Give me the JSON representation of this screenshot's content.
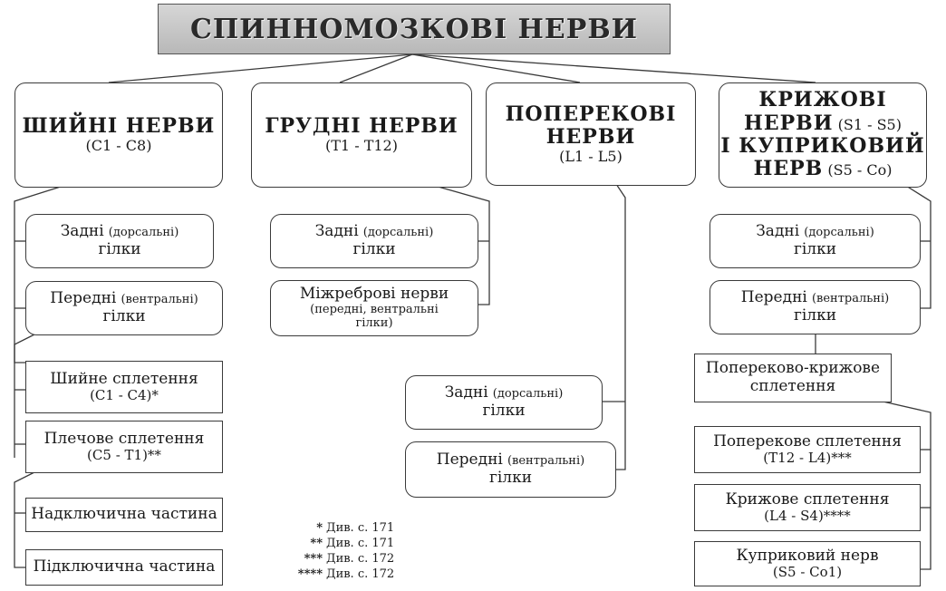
{
  "title": "СПИННОМОЗКОВІ НЕРВИ",
  "regions": {
    "cervical": {
      "name": "ШИЙНІ НЕРВИ",
      "range": "(C1 - C8)"
    },
    "thoracic": {
      "name": "ГРУДНІ НЕРВИ",
      "range": "(T1 - T12)"
    },
    "lumbar": {
      "name_line1": "ПОПЕРЕКОВІ",
      "name_line2": "НЕРВИ",
      "range": "(L1 - L5)"
    },
    "sacral": {
      "line1": "КРИЖОВІ",
      "line2_name": "НЕРВИ",
      "line2_range": "(S1 - S5)",
      "line3": "І КУПРИКОВИЙ",
      "line4_name": "НЕРВ",
      "line4_range": "(S5 - Co)"
    }
  },
  "branches": {
    "posterior": {
      "main": "Задні",
      "sub": "(дорсальні)",
      "line2": "гілки"
    },
    "anterior": {
      "main": "Передні",
      "sub": "(вентральні)",
      "line2": "гілки"
    },
    "intercostal": {
      "line1": "Міжреброві нерви",
      "line2": "(передні, вентральні",
      "line3": "гілки)"
    }
  },
  "plexuses": {
    "cervical": {
      "name": "Шийне сплетення",
      "range": "(C1 - C4)*"
    },
    "brachial": {
      "name": "Плечове сплетення",
      "range": "(C5 - T1)**"
    },
    "supraclavicular": {
      "name": "Надключична частина"
    },
    "infraclavicular": {
      "name": "Підключична частина"
    },
    "lumbosacral": {
      "line1": "Попереково-крижове",
      "line2": "сплетення"
    },
    "lumbar": {
      "name": "Поперекове сплетення",
      "range": "(T12 - L4)***"
    },
    "sacral": {
      "name": "Крижове сплетення",
      "range": "(L4 - S4)****"
    },
    "coccygeal": {
      "name": "Куприковий нерв",
      "range": "(S5 - Co1)"
    }
  },
  "footnotes": [
    {
      "mark": "*",
      "text": "Див. с. 171"
    },
    {
      "mark": "**",
      "text": "Див. с. 171"
    },
    {
      "mark": "***",
      "text": "Див. с. 172"
    },
    {
      "mark": "****",
      "text": "Див. с. 172"
    }
  ],
  "colors": {
    "line": "#3a3a3a",
    "title_bg": "#c4c4c4",
    "border": "#3a3a3a"
  }
}
